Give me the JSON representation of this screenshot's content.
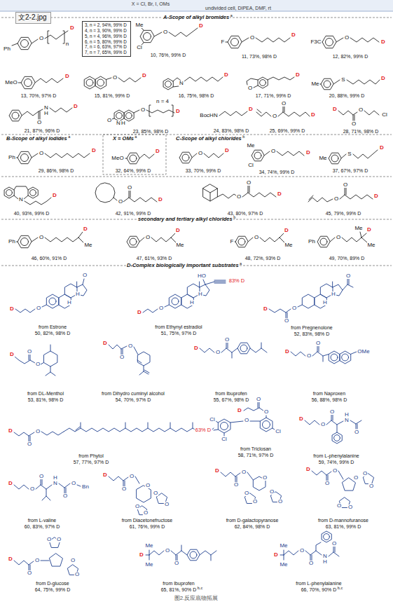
{
  "diagram": {
    "caption": "图2.反应底物拓展",
    "nodes": [
      {
        "text": [
          "文2-2.jpg"
        ]
      },
      {
        "text": [
          "3, n = 2, 94%, 99% D",
          "4, n = 3, 90%, 99% D",
          "5, n = 4, 96%, 99% D",
          "6, n = 5, 80%, 99% D",
          "7, n = 6, 63%, 97% D",
          "7, n = 7, 65%, 99% D"
        ]
      }
    ],
    "labels": [
      "X = Cl, Br, I, OMs",
      "undivided cell, DIPEA, DMF, rt",
      "A-Scope of alkyl bromides",
      "a",
      "Ph",
      "O",
      "n",
      "D",
      "Me",
      "Cl",
      "O",
      "D",
      "10, 76%, 99% D",
      "F",
      "O",
      "D",
      "11, 73%, 98% D",
      "F3C",
      "O",
      "D",
      "12, 82%, 99% D",
      "MeO",
      "D",
      "13, 70%, 97% D",
      "O",
      "D",
      "15, 81%, 99% D",
      "N",
      "D",
      "16, 75%, 98% D",
      "O",
      "D",
      "17, 71%, 99% D",
      "Me",
      "S",
      "D",
      "20, 88%, 99% D",
      "O",
      "N",
      "H",
      "D",
      "21, 87%, 96% D",
      "O",
      "N",
      "H",
      "O",
      "n = 4",
      "D",
      "23, 85%, 98% D",
      "BocHN",
      "D",
      "24, 83%, 98% D",
      "O",
      "O",
      "D",
      "25, 69%, 99% D",
      "D",
      "O",
      "O",
      "Cl",
      "28, 71%, 98% D",
      "B-Scope of alkyl iodides",
      "a",
      "X = OMs",
      "a",
      "C-Scope of alkyl chlorides",
      "b",
      "Ph",
      "O",
      "D",
      "29, 86%, 98% D",
      "MeO",
      "D",
      "32, 64%, 99% D",
      "O",
      "D",
      "33, 70%, 99% D",
      "Me",
      "Cl",
      "O",
      "D",
      "34, 74%, 99% D",
      "Me",
      "S",
      "D",
      "37, 67%, 97% D",
      "N",
      "D",
      "40, 93%, 99% D",
      "O",
      "O",
      "D",
      "42, 91%, 99% D",
      "O",
      "O",
      "D",
      "43, 80%, 97% D",
      "O",
      "O",
      "D",
      "45, 79%, 99% D",
      "secondary and tertiary alkyl chlorides",
      "b",
      "Ph",
      "O",
      "D",
      "Me",
      "46, 60%, 91% D",
      "O",
      "D",
      "Me",
      "47, 61%, 93% D",
      "F",
      "O",
      "D",
      "Me",
      "48, 72%, 93% D",
      "Ph",
      "O",
      "Me",
      "D",
      "Me",
      "49, 70%, 89% D",
      "D-Complex biologically important substrates",
      "a",
      "O",
      "D",
      "O",
      "H",
      "H",
      "from Estrone",
      "50, 82%, 98% D",
      "O",
      "D",
      "HO",
      "83% D",
      "H",
      "H",
      "from Ethynyl estradiol",
      "51, 75%, 97% D",
      "O",
      "O",
      "D",
      "O",
      "H",
      "H",
      "from Pregnenolone",
      "52, 83%, 98% D",
      "O",
      "O",
      "D",
      "from DL-Menthol",
      "53, 81%, 98% D",
      "D",
      "O",
      "O",
      "from Dihydro cuminyl alcohol",
      "54, 70%, 97% D",
      "D",
      "O",
      "O",
      "from Ibuprofen",
      "55, 67%, 98% D",
      "D",
      "O",
      "O",
      "OMe",
      "from Naproxen",
      "56, 88%, 98% D",
      "D",
      "O",
      "O",
      "from Phytol",
      "57, 77%, 97% D",
      "63% D",
      "Cl",
      "Cl",
      "O",
      "O",
      "O",
      "D",
      "Cl",
      "from Triclosan",
      "58, 71%, 97% D",
      "D",
      "O",
      "O",
      "N",
      "H",
      "O",
      "from L-phenylalanine",
      "59, 74%, 99% D",
      "D",
      "O",
      "O",
      "N",
      "H",
      "O",
      "O",
      "Bn",
      "from L-valine",
      "60, 83%, 97% D",
      "D",
      "O",
      "O",
      "O",
      "O",
      "O",
      "O",
      "O",
      "from Diacetonefructose",
      "61, 76%, 99% D",
      "D",
      "O",
      "O",
      "O",
      "O",
      "O",
      "O",
      "O",
      "from D-galactopyranose",
      "62, 84%, 98% D",
      "D",
      "O",
      "O",
      "O",
      "O",
      "O",
      "O",
      "O",
      "from D-mannofuranose",
      "63, 81%, 99% D",
      "D",
      "O",
      "O",
      "O",
      "O",
      "O",
      "O",
      "from D-glucose",
      "64, 75%, 99% D",
      "Me",
      "D",
      "Me",
      "O",
      "O",
      "from Ibuprofen",
      "65, 81%, 90% D",
      "b,c",
      "Me",
      "D",
      "Me",
      "O",
      "O",
      "N",
      "H",
      "O",
      "from L-phenylalanine",
      "66, 70%, 90% D",
      "b,c"
    ]
  }
}
